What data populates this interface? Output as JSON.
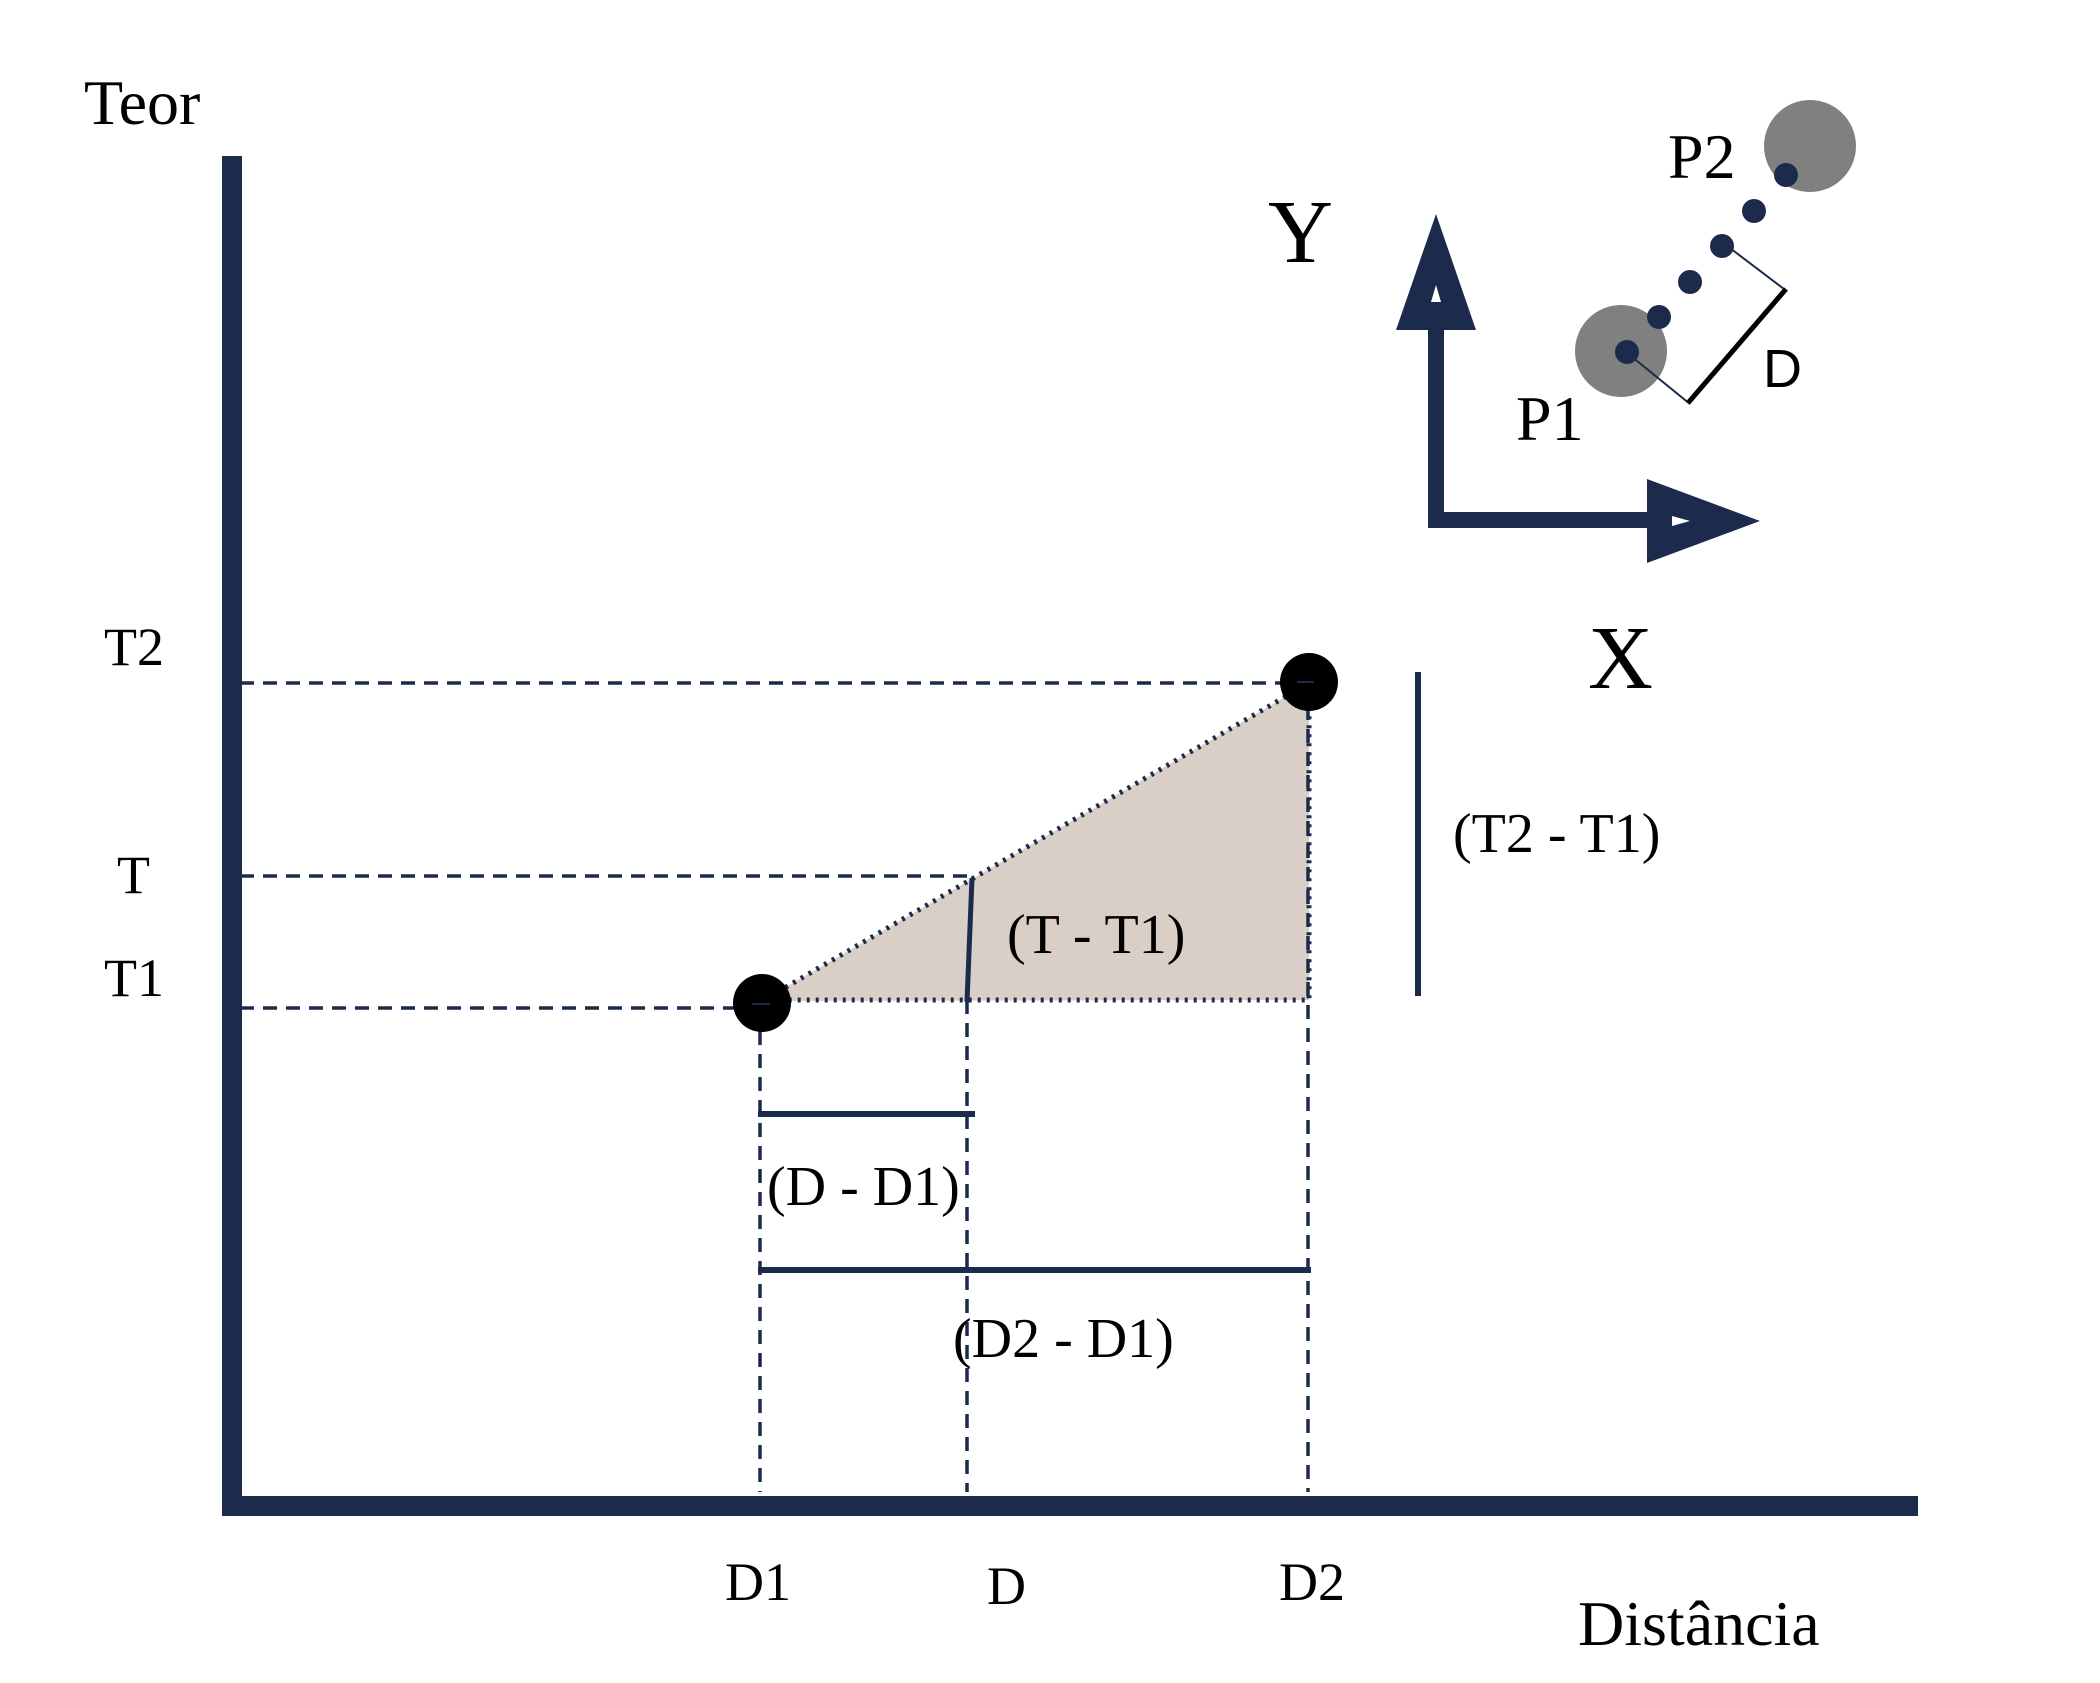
{
  "axes": {
    "y_label": "Teor",
    "x_label": "Distância",
    "y_ticks": [
      "T2",
      "T",
      "T1"
    ],
    "x_ticks": [
      "D1",
      "D",
      "D2"
    ]
  },
  "annotations": {
    "t_minus_t1": "(T - T1)",
    "t2_minus_t1": "(T2 - T1)",
    "d_minus_d1": "(D - D1)",
    "d2_minus_d1": "(D2 - D1)"
  },
  "inset": {
    "y_axis": "Y",
    "x_axis": "X",
    "p1": "P1",
    "p2": "P2",
    "distance": "D"
  },
  "colors": {
    "axis": "#1c2a4b",
    "triangle_fill": "#d9cfc6",
    "marker": "#000000",
    "inset_circle": "#808080"
  }
}
